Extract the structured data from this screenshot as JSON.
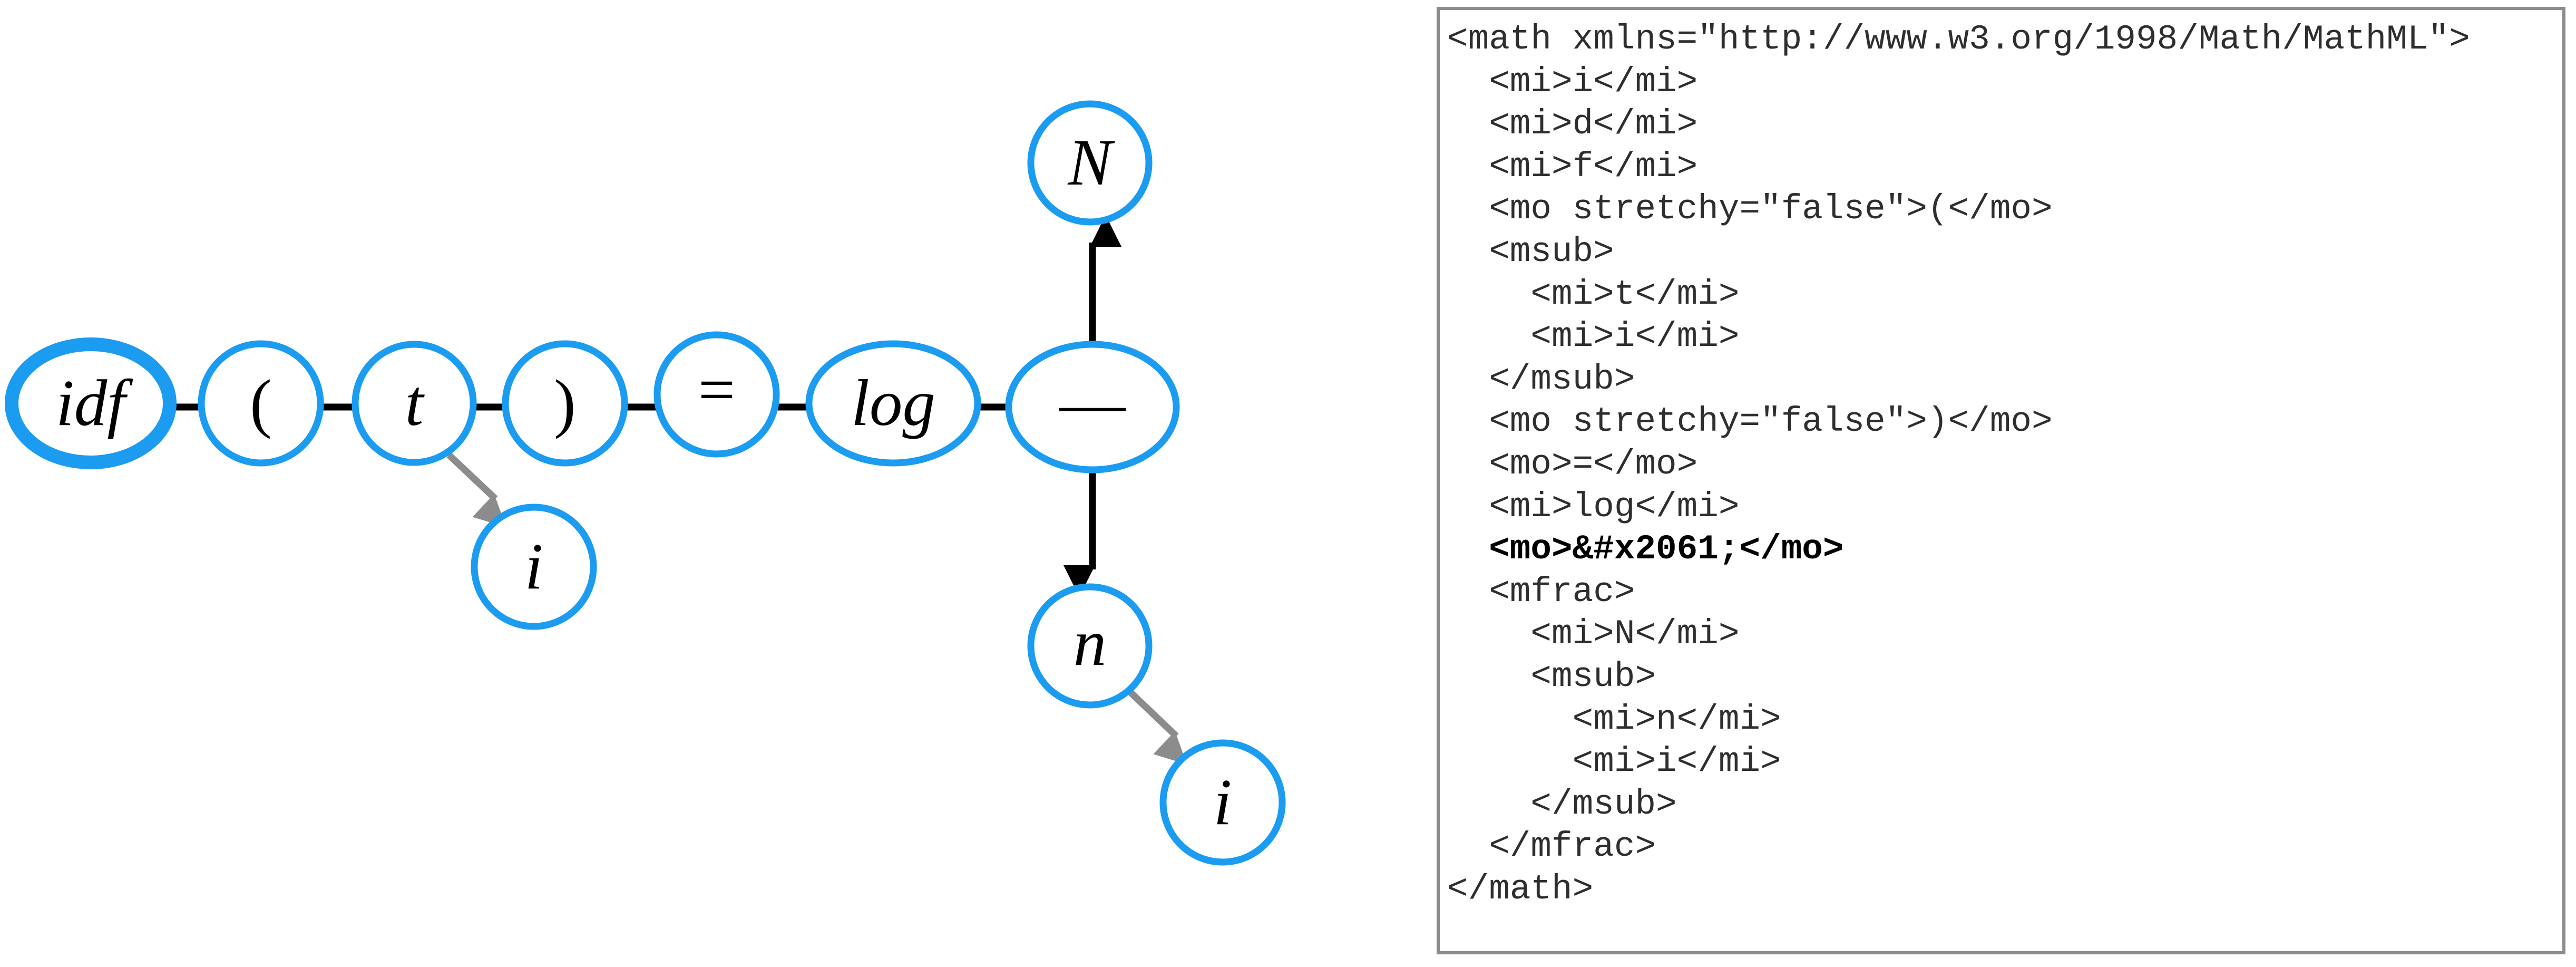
{
  "colors": {
    "node_stroke": "#1b9cf0",
    "edge": "#000000",
    "subscript_edge": "#8c8c8c",
    "text": "#000000"
  },
  "diagram": {
    "nodes": {
      "idf": "idf",
      "lparen": "(",
      "t": "t",
      "rparen": ")",
      "eq": "=",
      "log": "log",
      "frac": "—",
      "N": "N",
      "n": "n",
      "t_sub_i": "i",
      "n_sub_i": "i"
    }
  },
  "code": {
    "lines": [
      {
        "text": "<math xmlns=\"http://www.w3.org/1998/Math/MathML\">",
        "indent": 0,
        "bold": false
      },
      {
        "text": "<mi>i</mi>",
        "indent": 1,
        "bold": false
      },
      {
        "text": "<mi>d</mi>",
        "indent": 1,
        "bold": false
      },
      {
        "text": "<mi>f</mi>",
        "indent": 1,
        "bold": false
      },
      {
        "text": "<mo stretchy=\"false\">(</mo>",
        "indent": 1,
        "bold": false
      },
      {
        "text": "<msub>",
        "indent": 1,
        "bold": false
      },
      {
        "text": "<mi>t</mi>",
        "indent": 2,
        "bold": false
      },
      {
        "text": "<mi>i</mi>",
        "indent": 2,
        "bold": false
      },
      {
        "text": "</msub>",
        "indent": 1,
        "bold": false
      },
      {
        "text": "<mo stretchy=\"false\">)</mo>",
        "indent": 1,
        "bold": false
      },
      {
        "text": "<mo>=</mo>",
        "indent": 1,
        "bold": false
      },
      {
        "text": "<mi>log</mi>",
        "indent": 1,
        "bold": false
      },
      {
        "text": "<mo>&#x2061;</mo>",
        "indent": 1,
        "bold": true
      },
      {
        "text": "<mfrac>",
        "indent": 1,
        "bold": false
      },
      {
        "text": "<mi>N</mi>",
        "indent": 2,
        "bold": false
      },
      {
        "text": "<msub>",
        "indent": 2,
        "bold": false
      },
      {
        "text": "<mi>n</mi>",
        "indent": 3,
        "bold": false
      },
      {
        "text": "<mi>i</mi>",
        "indent": 3,
        "bold": false
      },
      {
        "text": "</msub>",
        "indent": 2,
        "bold": false
      },
      {
        "text": "</mfrac>",
        "indent": 1,
        "bold": false
      },
      {
        "text": "</math>",
        "indent": 0,
        "bold": false
      }
    ]
  }
}
